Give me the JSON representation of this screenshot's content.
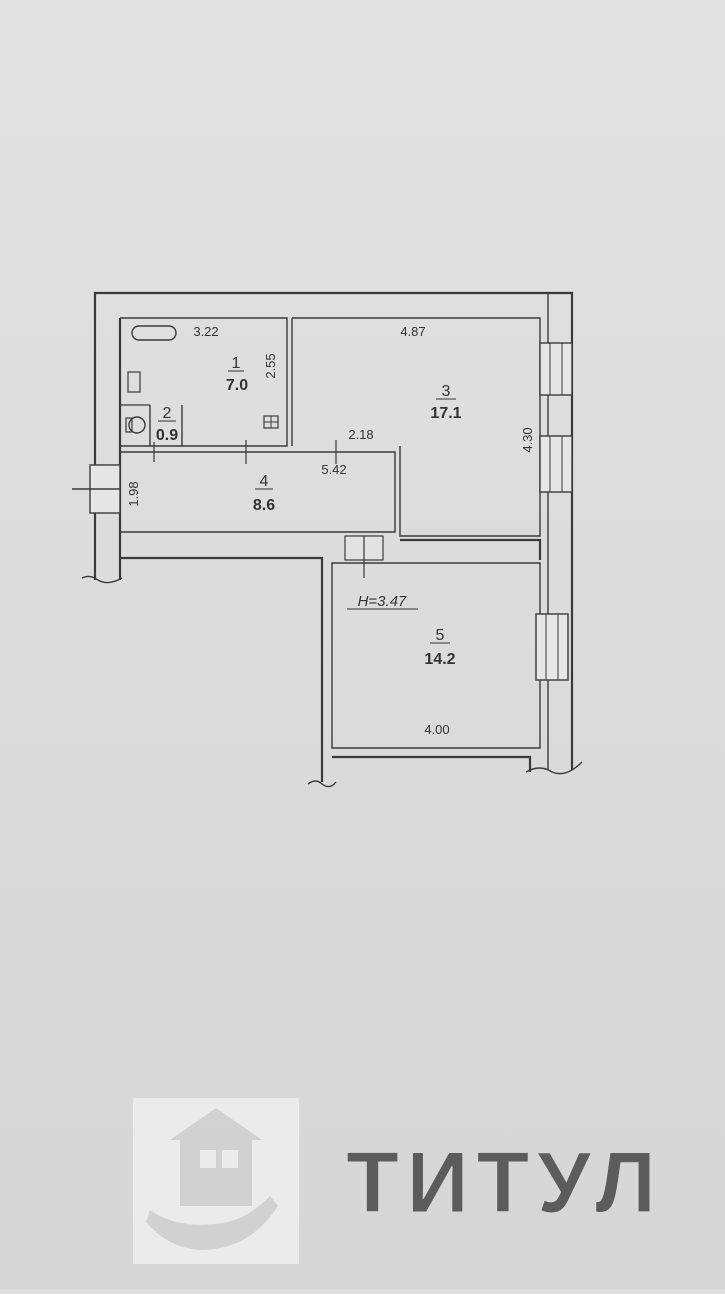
{
  "rooms": [
    {
      "number": "1",
      "area": "7.0"
    },
    {
      "number": "2",
      "area": "0.9"
    },
    {
      "number": "3",
      "area": "17.1"
    },
    {
      "number": "4",
      "area": "8.6"
    },
    {
      "number": "5",
      "area": "14.2"
    }
  ],
  "dimensions": {
    "room1_width": "3.22",
    "room1_depth": "2.55",
    "room3_width": "4.87",
    "room3_depth": "4.30",
    "corridor_step": "2.18",
    "corridor_length": "5.42",
    "corridor_width": "1.98",
    "room5_width": "4.00"
  },
  "ceiling_height": "H=3.47",
  "watermark": {
    "text": "ТИТУЛ",
    "icon": "house-hand-logo-icon",
    "color": "#ffffff"
  }
}
